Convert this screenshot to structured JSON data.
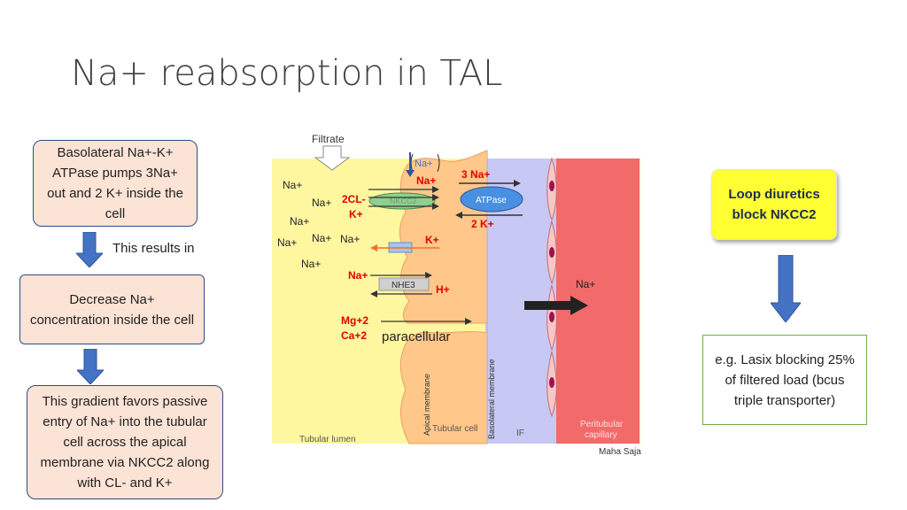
{
  "slide": {
    "title": "Na+ reabsorption in TAL"
  },
  "left_flow": {
    "box1": "Basolateral Na+-K+ ATPase pumps 3Na+ out and 2 K+ inside the cell",
    "connector": "This results in",
    "box2": "Decrease Na+ concentration inside the cell",
    "box3": "This gradient favors passive entry of Na+ into the tubular cell across the apical membrane via NKCC2 along with CL- and K+"
  },
  "right_flow": {
    "highlight": "Loop diuretics block NKCC2",
    "note": "e.g. Lasix blocking 25% of filtered load (bcus triple transporter)"
  },
  "diagram": {
    "filtrate": "Filtrate",
    "na_lumen_1": "Na+",
    "na_lumen_2": "Na+",
    "na_lumen_3": "Na+",
    "na_lumen_4": "Na+",
    "na_lumen_5": "Na+",
    "na_lumen_6": "Na+",
    "na_lumen_7": "Na+",
    "na_top_box": "Na+",
    "na_red_top": "Na+",
    "three_na": "3 Na+",
    "two_cl": "2CL-",
    "k_plus_nkcc": "K+",
    "nkcc2_label": "NKCC2",
    "atpase_label": "ATPase",
    "two_k": "2 K+",
    "k_plus_romk": "K+",
    "na_red_nhe": "Na+",
    "nhe3_label": "NHE3",
    "h_plus": "H+",
    "na_if": "Na+",
    "mg": "Mg+2",
    "ca": "Ca+2",
    "paracellular": "paracellular",
    "apical_membrane": "Apical membrane",
    "basolateral_membrane": "Basolateral membrane",
    "tubular_lumen": "Tubular lumen",
    "tubular_cell": "Tubular cell",
    "if_label": "IF",
    "peritubular_1": "Peritubular",
    "peritubular_2": "capillary",
    "credit": "Maha Saja",
    "colors": {
      "lumen": "#fff7a0",
      "cell": "#ffc88a",
      "interstitial": "#c8c8f5",
      "capillary": "#f26a6a",
      "red_text": "#e00000"
    }
  }
}
